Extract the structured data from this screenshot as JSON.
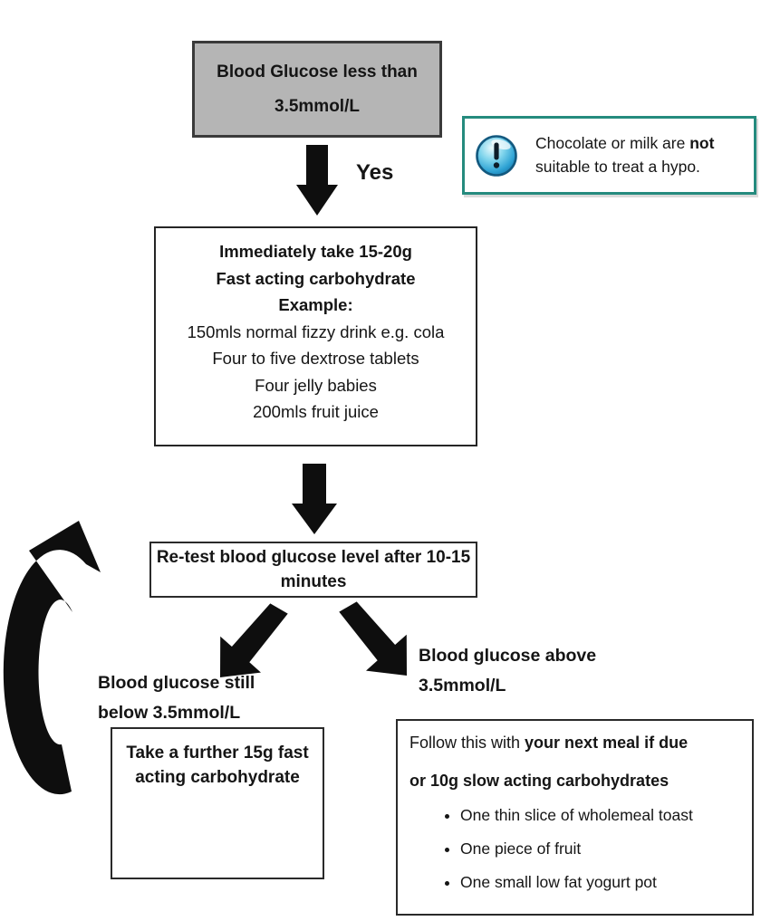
{
  "title": "Hypoglycaemia treatment flowchart",
  "colors": {
    "start_box_fill": "#b5b5b5",
    "start_box_border": "#3a3a3a",
    "info_border_teal": "#258b7e",
    "arrow_black": "#0e0e0e",
    "icon_blue": "#2fa3d4",
    "icon_blue_dark": "#13597f",
    "text": "#151515"
  },
  "icons": {
    "note_icon": "info-exclamation-icon",
    "flow_arrows": [
      "down-arrow-icon",
      "down-left-arrow-icon",
      "down-right-arrow-icon",
      "loop-back-arrow-icon"
    ]
  },
  "flow": {
    "start_box": {
      "line1": "Blood Glucose less than",
      "line2": "3.5mmol/L"
    },
    "yes_label": "Yes",
    "info_note": {
      "line1_regular": "Chocolate or milk are ",
      "line1_bold": "not",
      "line2": "suitable to treat a hypo."
    },
    "treat_box": {
      "bold_lines": [
        "Immediately take 15-20g",
        "Fast acting carbohydrate",
        "Example:"
      ],
      "example_lines": [
        "150mls normal fizzy drink e.g. cola",
        "Four to five dextrose tablets",
        "Four jelly babies",
        "200mls fruit juice"
      ]
    },
    "retest_box": {
      "line1": "Re-test blood glucose level after 10-15",
      "line2": "minutes"
    },
    "left_branch": {
      "label_line1": "Blood glucose still",
      "label_line2": "below 3.5mmol/L",
      "action_line1": "Take a further 15g fast",
      "action_line2": "acting carbohydrate"
    },
    "right_branch": {
      "label_line1": "Blood glucose above",
      "label_line2": "3.5mmol/L",
      "follow_regular": "Follow this with ",
      "follow_bold": "your next meal if due",
      "follow_line2": "or 10g slow acting carbohydrates",
      "bullets": [
        "One thin slice of wholemeal toast",
        "One piece of fruit",
        "One small low fat yogurt pot"
      ]
    }
  }
}
